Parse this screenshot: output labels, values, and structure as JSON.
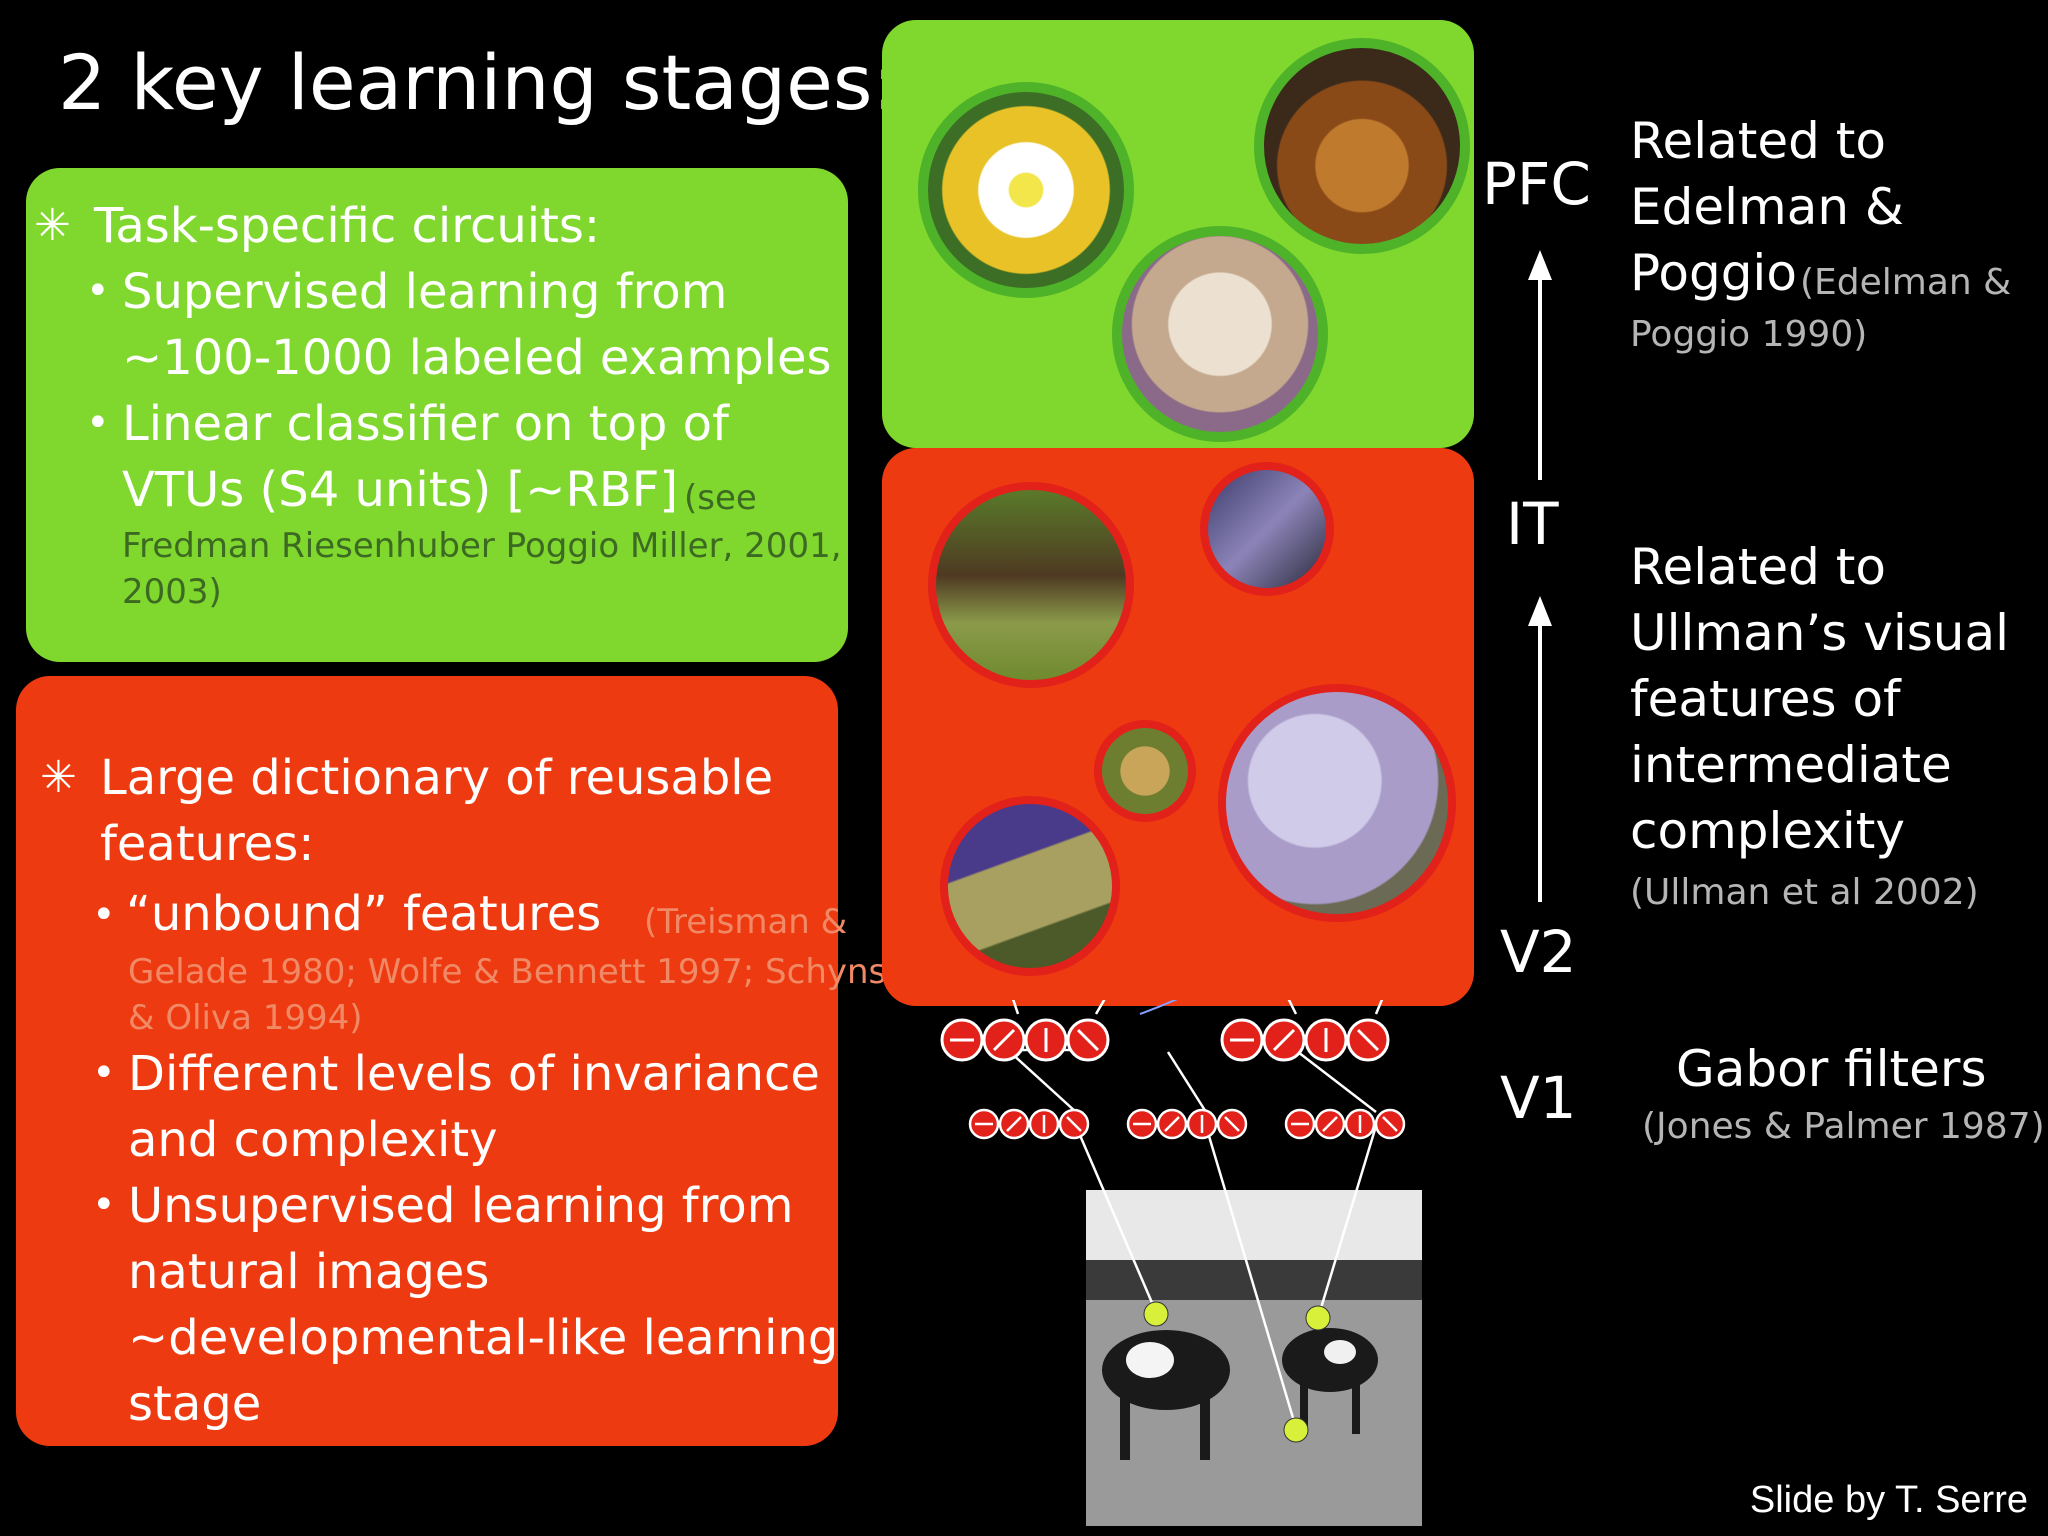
{
  "title": "2 key learning stages:",
  "stage1": {
    "heading": "Task-specific circuits:",
    "bullet1_line1": "Supervised learning from",
    "bullet1_line2": "~100-1000 labeled examples",
    "bullet2_line1": "Linear classifier on top of",
    "bullet2_line2": "VTUs (S4 units) [~RBF]",
    "bullet2_ref_a": "(see",
    "bullet2_ref_b": "Fredman Riesenhuber Poggio Miller, 2001,",
    "bullet2_ref_c": "2003)"
  },
  "stage2": {
    "heading_line1": "Large dictionary of reusable",
    "heading_line2": "features:",
    "bullet1_text": "“unbound” features",
    "bullet1_ref_a": "(Treisman &",
    "bullet1_ref_b": "Gelade 1980; Wolfe & Bennett 1997; Schyns",
    "bullet1_ref_c": "& Oliva 1994)",
    "bullet2_line1": "Different levels of invariance",
    "bullet2_line2": "and complexity",
    "bullet3_line1": "Unsupervised learning from",
    "bullet3_line2": "natural images",
    "bullet3_line3": "~developmental-like learning",
    "bullet3_line4": "stage"
  },
  "stages": {
    "pfc": "PFC",
    "it": "IT",
    "v2": "V2",
    "v1": "V1"
  },
  "right": {
    "pfc_line1": "Related to",
    "pfc_line2": "Edelman &",
    "pfc_line3": "Poggio",
    "pfc_ref_a": "(Edelman &",
    "pfc_ref_b": "Poggio 1990)",
    "v2_line1": "Related to",
    "v2_line2": "Ullman’s visual",
    "v2_line3": "features of",
    "v2_line4": "intermediate",
    "v2_line5": "complexity",
    "v2_ref": "(Ullman et al 2002)",
    "v1_line1": "Gabor filters",
    "v1_ref": "(Jones & Palmer 1987)"
  },
  "credit": "Slide by T. Serre",
  "colors": {
    "green_box": "#80d82e",
    "red_box": "#ee3a10",
    "filter_red": "#e1211a",
    "sample_dot": "#d8f03a"
  }
}
